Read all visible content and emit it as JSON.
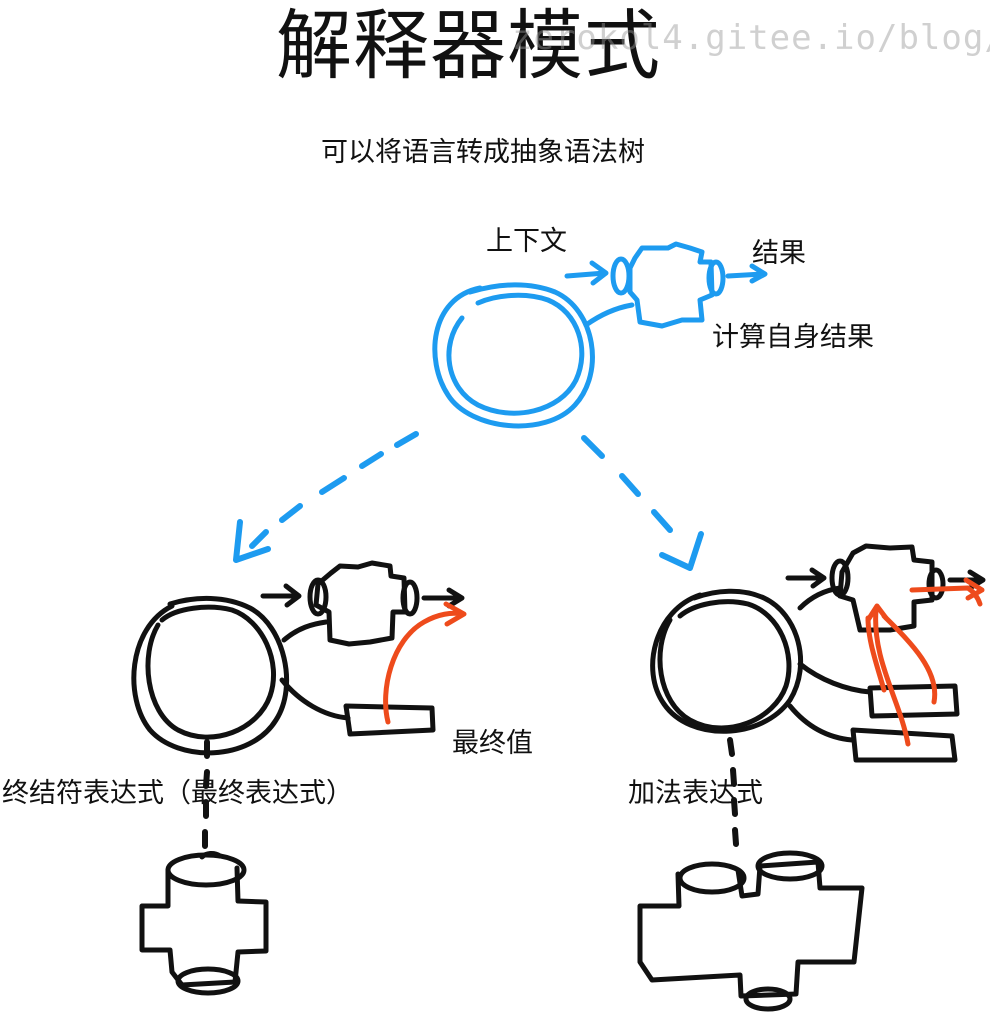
{
  "title": "解释器模式",
  "watermark": "zerokol4.gitee.io/blog/",
  "subtitle": "可以将语言转成抽象语法树",
  "labels": {
    "context": "上下文",
    "result": "结果",
    "compute_self": "计算自身结果",
    "final_value": "最终值",
    "terminal_expression": "终结符表达式（最终表达式）",
    "add_expression": "加法表达式"
  },
  "colors": {
    "blue": "#1d9bf0",
    "black": "#111111",
    "red": "#ee4b1c"
  }
}
